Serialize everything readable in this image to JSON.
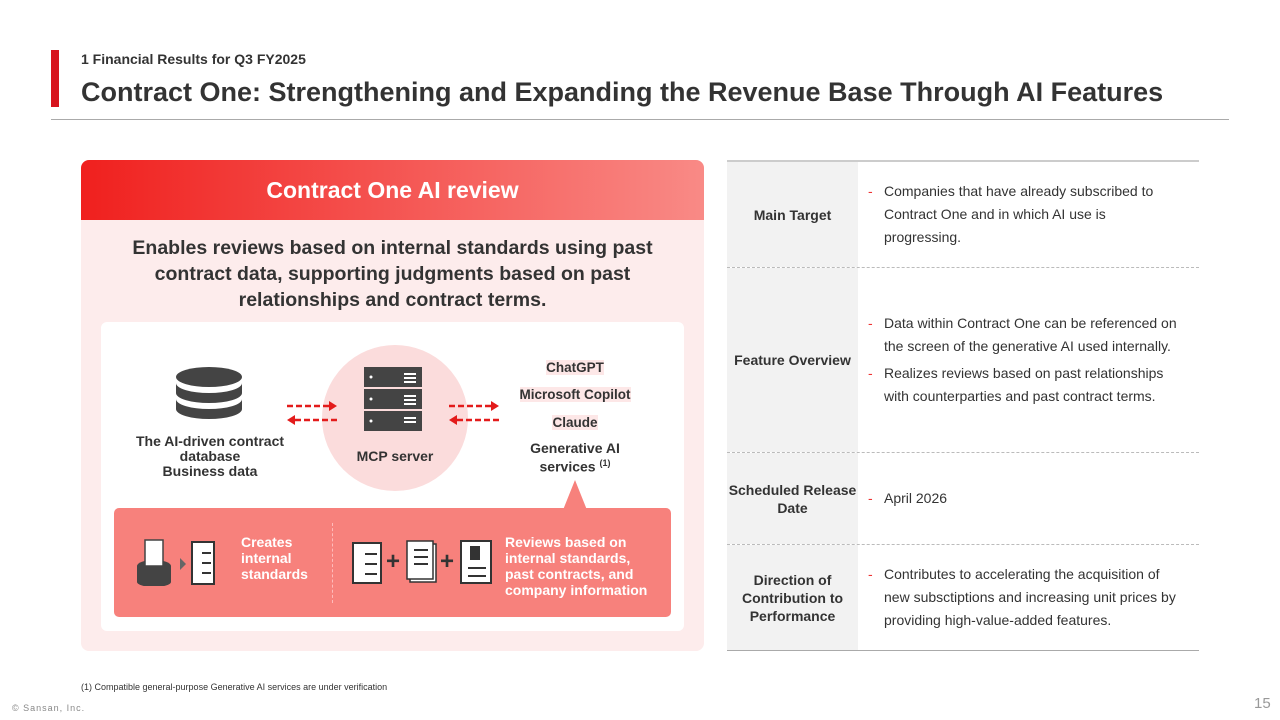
{
  "header": {
    "section": "1   Financial Results for Q3 FY2025",
    "title": "Contract One: Strengthening and Expanding the Revenue Base Through AI Features"
  },
  "panel": {
    "title": "Contract One AI review",
    "lead": "Enables reviews based on internal standards using past contract data, supporting judgments based on past relationships and contract terms.",
    "db_label": [
      "The AI-driven contract",
      "database",
      "Business data"
    ],
    "mcp_label": "MCP server",
    "services": [
      "ChatGPT",
      "Microsoft Copilot",
      "Claude"
    ],
    "gen_ai": "Generative AI",
    "gen_ai2": "services",
    "gen_ai_note": "(1)",
    "step1": [
      "Creates",
      "internal",
      "standards"
    ],
    "step2": [
      "Reviews based on",
      "internal standards,",
      "past contracts, and",
      "company information"
    ],
    "plus": "+"
  },
  "table": [
    {
      "label": "Main Target",
      "items": [
        "Companies that have already subscribed to Contract One and in which AI use is progressing."
      ]
    },
    {
      "label": "Feature Overview",
      "items": [
        "Data within Contract One can be referenced on the screen of the generative AI used internally.",
        "Realizes reviews based on past relationships with counterparties and past contract terms."
      ]
    },
    {
      "label": "Scheduled Release Date",
      "items": [
        "April 2026"
      ]
    },
    {
      "label": "Direction of Contribution to Performance",
      "items": [
        "Contributes to accelerating the acquisition of new subsctiptions and increasing unit prices by providing high-value-added features."
      ]
    }
  ],
  "bullet": "-",
  "footnote": "(1) Compatible general-purpose Generative AI services are under verification",
  "copyright": "© Sansan, Inc.",
  "page": "15",
  "colors": {
    "accent": "#d7141e",
    "salmon": "#f7817c",
    "pink": "#fdecec"
  }
}
